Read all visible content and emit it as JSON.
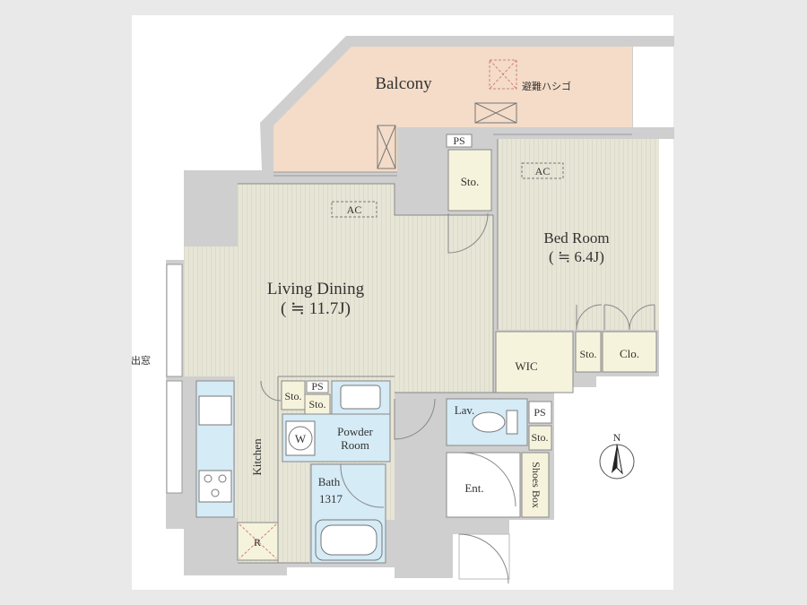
{
  "rooms": {
    "balcony": "Balcony",
    "escape_ladder": "避難ハシゴ",
    "living_dining": "Living Dining",
    "living_dining_size": "( ≒ 11.7J)",
    "bed_room": "Bed Room",
    "bed_room_size": "( ≒ 6.4J)",
    "kitchen": "Kitchen",
    "powder_room_1": "Powder",
    "powder_room_2": "Room",
    "bath": "Bath",
    "bath_size": "1317",
    "wic": "WIC",
    "closet": "Clo.",
    "lavatory": "Lav.",
    "entrance": "Ent.",
    "shoes_box": "Shoes Box",
    "bay_window": "出窓"
  },
  "fixtures": {
    "ac": "AC",
    "pipe_space": "PS",
    "storage": "Sto.",
    "washer": "W",
    "refrigerator": "R"
  },
  "compass": {
    "north": "N"
  },
  "colors": {
    "background": "#e9e9e9",
    "canvas": "#ffffff",
    "wall": "#cfcfcf",
    "room_floor": "#e6e5d6",
    "balcony_floor": "#f4dcc8",
    "wet_area": "#d5ebf6",
    "storage_floor": "#f6f3dc",
    "line": "#888888"
  }
}
